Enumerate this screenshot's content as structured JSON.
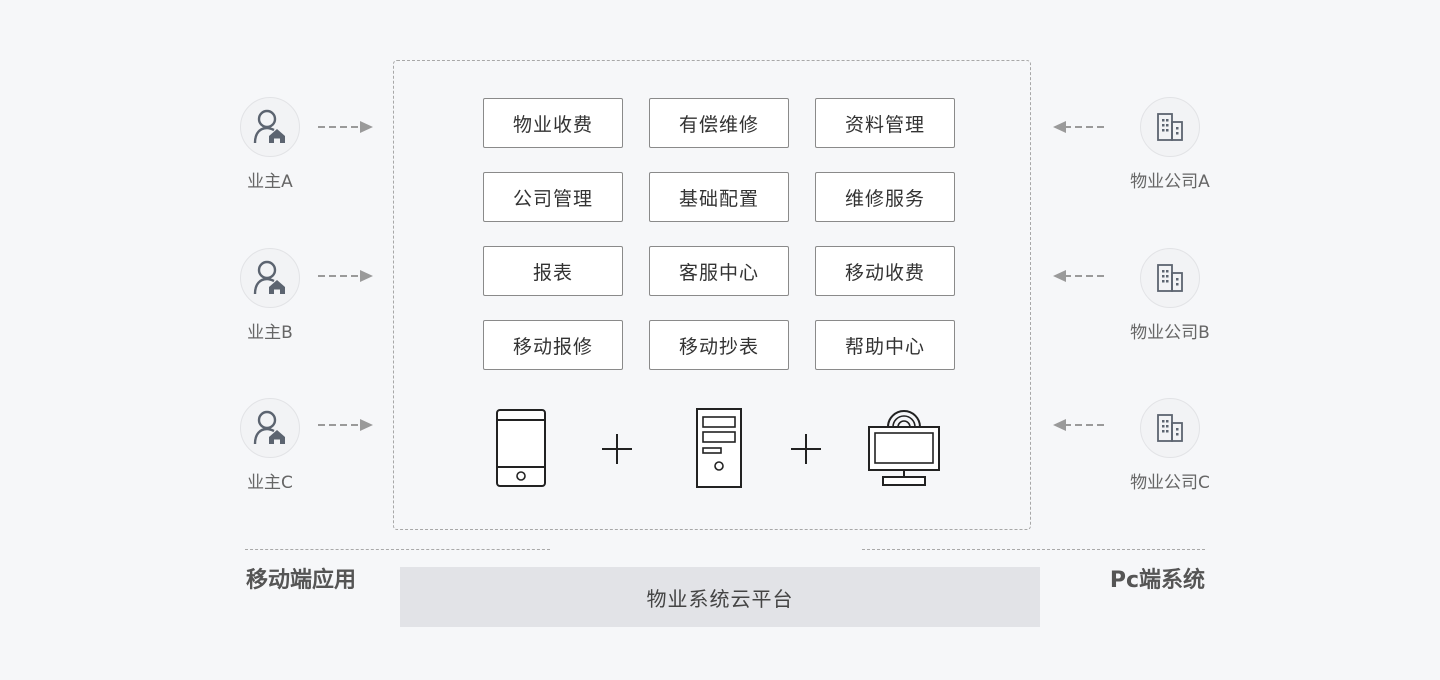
{
  "modules": [
    "物业收费",
    "有偿维修",
    "资料管理",
    "公司管理",
    "基础配置",
    "维修服务",
    "报表",
    "客服中心",
    "移动收费",
    "移动报修",
    "移动抄表",
    "帮助中心"
  ],
  "owners": [
    {
      "label": "业主A",
      "icon": "owner-home-icon"
    },
    {
      "label": "业主B",
      "icon": "owner-home-icon"
    },
    {
      "label": "业主C",
      "icon": "owner-home-icon"
    }
  ],
  "companies": [
    {
      "label": "物业公司A",
      "icon": "building-icon"
    },
    {
      "label": "物业公司B",
      "icon": "building-icon"
    },
    {
      "label": "物业公司C",
      "icon": "building-icon"
    }
  ],
  "devices": [
    "tablet-icon",
    "plus-icon",
    "server-icon",
    "plus-icon",
    "desktop-icon"
  ],
  "footer": {
    "mobile_title": "移动端应用",
    "pc_title": "Pc端系统",
    "platform_label": "物业系统云平台"
  },
  "colors": {
    "background": "#f6f7f9",
    "icon": "#5c6470",
    "arrow": "#9a9a9a",
    "bar": "#e2e3e7"
  }
}
